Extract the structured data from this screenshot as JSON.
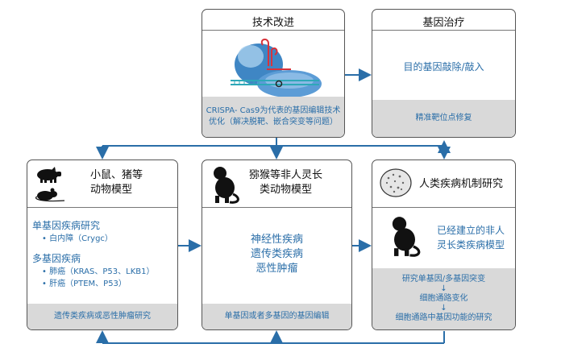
{
  "tech": {
    "title": "技术改进",
    "footer": [
      "CRISPA- Cas9为代表的基因编辑技术",
      "优化（解决脱靶、嵌合突变等问题）"
    ]
  },
  "therapy": {
    "title": "基因治疗",
    "main": "目的基因敲除/敲入",
    "footer": "精准靶位点修复"
  },
  "rodent": {
    "title_lines": [
      "小鼠、猪等",
      "动物模型"
    ],
    "single_heading": "单基因疾病研究",
    "single_items": [
      "• 白内障（Crygc）"
    ],
    "multi_heading": "多基因疾病",
    "multi_items": [
      "• 肺癌（KRAS、P53、LKB1）",
      "• 肝癌（PTEM、P53）"
    ],
    "footer": "遗传类疾病或恶性肿瘤研究"
  },
  "primate": {
    "title_lines": [
      "猕猴等非人灵长",
      "类动物模型"
    ],
    "diseases": [
      "神经性疾病",
      "遗传类疾病",
      "恶性肿瘤"
    ],
    "footer": "单基因或者多基因的基因编辑"
  },
  "human": {
    "title": "人类疾病机制研究",
    "model_lines": [
      "已经建立的非人",
      "灵长类疾病模型"
    ],
    "flow": [
      "研究单基因/多基因突变",
      "↓",
      "细胞通路变化",
      "↓",
      "细胞通路中基因功能的研究"
    ]
  },
  "colors": {
    "accent": "#2a6ea8",
    "gray": "#d9d9d9",
    "border": "#555555"
  },
  "icons": [
    "crispr-cas9-icon",
    "pig-icon",
    "mouse-icon",
    "monkey-icon",
    "cell-icon"
  ]
}
